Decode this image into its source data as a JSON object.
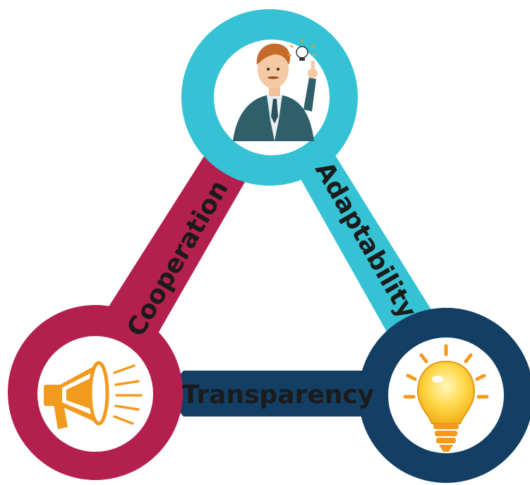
{
  "diagram": {
    "type": "triangle-cycle",
    "nodes": [
      {
        "id": "top",
        "icon": "businessman-idea-icon",
        "color": "#35c2d5"
      },
      {
        "id": "left",
        "icon": "megaphone-icon",
        "color": "#b3204e"
      },
      {
        "id": "right",
        "icon": "lightbulb-icon",
        "color": "#123f63"
      }
    ],
    "edges": [
      {
        "from": "left",
        "to": "top",
        "label": "Cooperation",
        "color": "#b3204e"
      },
      {
        "from": "top",
        "to": "right",
        "label": "Adaptability",
        "color": "#35c2d5"
      },
      {
        "from": "right",
        "to": "left",
        "label": "Transparency",
        "color": "#123f63"
      }
    ]
  },
  "colors": {
    "magenta": "#b3204e",
    "cyan": "#35c2d5",
    "navy": "#123f63",
    "orange": "#f29a1d",
    "background": "#ffffff"
  }
}
